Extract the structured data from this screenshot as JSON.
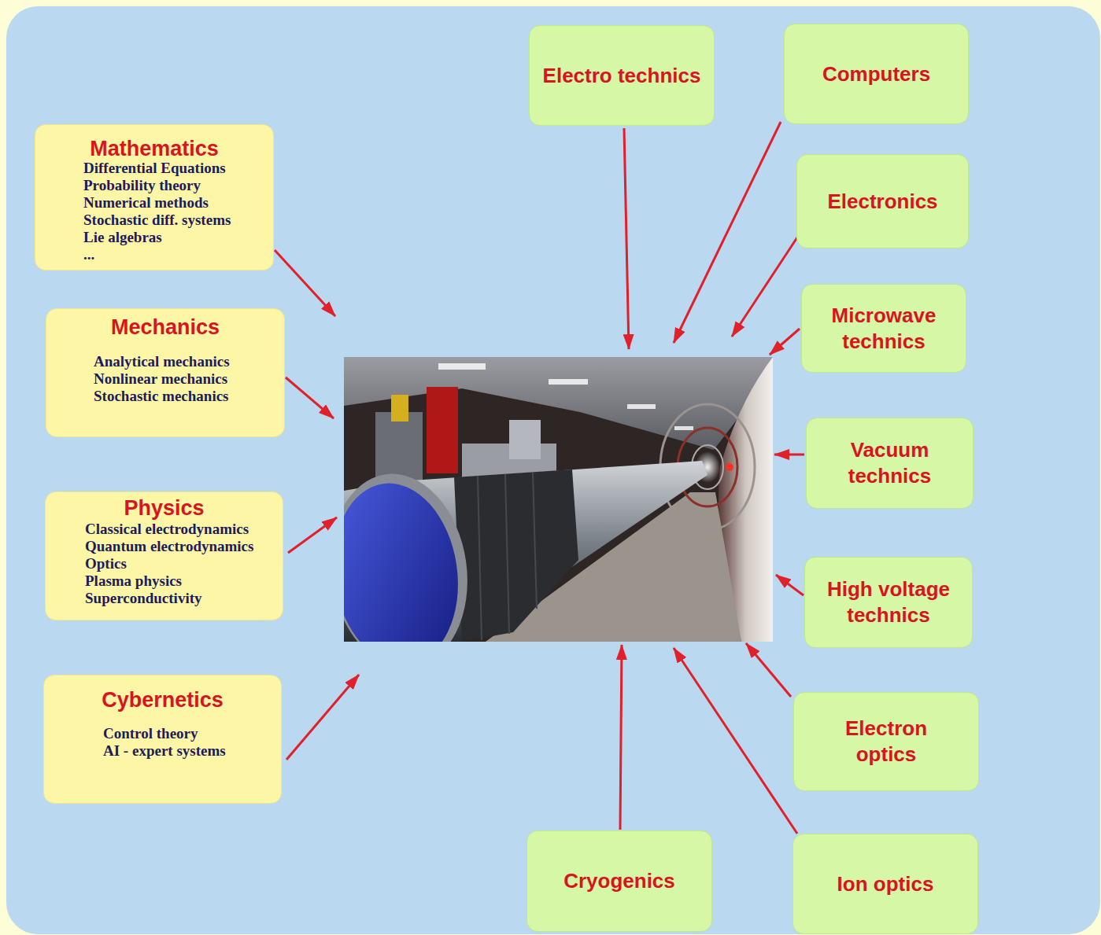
{
  "diagram": {
    "nodes": [
      {
        "text": [
          "Electro technics"
        ]
      },
      {
        "text": [
          "Computers"
        ]
      },
      {
        "text": [
          "Mathematics",
          "Differential Equations",
          "Probability theory",
          "Numerical methods",
          "Stochastic diff. systems",
          "Lie algebras",
          "..."
        ]
      },
      {
        "text": [
          "Electronics"
        ]
      },
      {
        "text": [
          "Microwave technics"
        ]
      },
      {
        "text": [
          "Mechanics",
          "Analytical mechanics",
          "Nonlinear mechanics",
          "Stochastic mechanics"
        ]
      },
      {
        "text": [
          "Vacuum technics"
        ]
      },
      {
        "text": [
          "Physics",
          "Classical electrodynamics",
          "Quantum electrodynamics",
          "Optics",
          "Plasma physics",
          "Superconductivity"
        ]
      },
      {
        "text": [
          "High voltage technics"
        ]
      },
      {
        "text": [
          "Cybernetics",
          "Control theory",
          "AI - expert systems"
        ]
      },
      {
        "text": [
          "Electron optics"
        ]
      },
      {
        "text": [
          "Cryogenics"
        ]
      },
      {
        "text": [
          "Ion optics"
        ]
      }
    ]
  }
}
